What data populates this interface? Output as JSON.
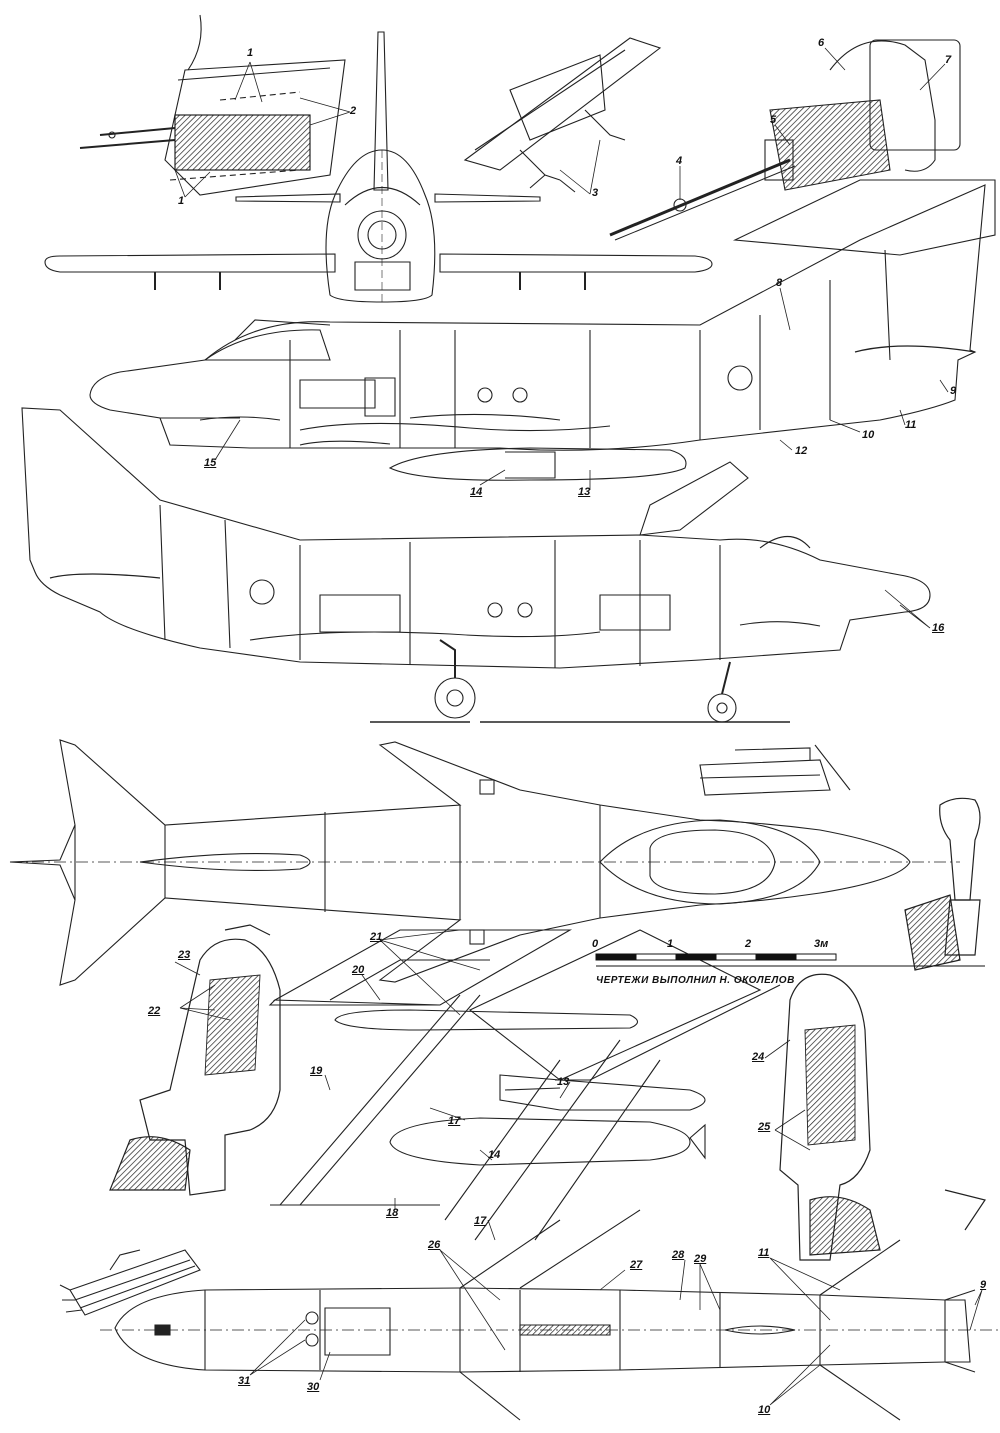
{
  "credit_text": "ЧЕРТЕЖИ ВЫПОЛНИЛ Н. ОКОЛЕЛОВ",
  "scale": {
    "ticks": [
      {
        "label": "0",
        "value": 0
      },
      {
        "label": "1",
        "value": 1
      },
      {
        "label": "2",
        "value": 2
      },
      {
        "label": "3м",
        "value": 3
      }
    ]
  },
  "callouts": [
    {
      "id": "c1a",
      "text": "1"
    },
    {
      "id": "c1b",
      "text": "1"
    },
    {
      "id": "c2",
      "text": "2"
    },
    {
      "id": "c3",
      "text": "3"
    },
    {
      "id": "c4",
      "text": "4"
    },
    {
      "id": "c5",
      "text": "5"
    },
    {
      "id": "c6",
      "text": "6"
    },
    {
      "id": "c7",
      "text": "7"
    },
    {
      "id": "c8",
      "text": "8"
    },
    {
      "id": "c9a",
      "text": "9"
    },
    {
      "id": "c10a",
      "text": "10"
    },
    {
      "id": "c11a",
      "text": "11"
    },
    {
      "id": "c12",
      "text": "12"
    },
    {
      "id": "c13a",
      "text": "13"
    },
    {
      "id": "c14a",
      "text": "14"
    },
    {
      "id": "c15",
      "text": "15"
    },
    {
      "id": "c16",
      "text": "16"
    },
    {
      "id": "c17a",
      "text": "17"
    },
    {
      "id": "c17b",
      "text": "17"
    },
    {
      "id": "c18",
      "text": "18"
    },
    {
      "id": "c19",
      "text": "19"
    },
    {
      "id": "c20",
      "text": "20"
    },
    {
      "id": "c21",
      "text": "21"
    },
    {
      "id": "c22",
      "text": "22"
    },
    {
      "id": "c23",
      "text": "23"
    },
    {
      "id": "c24",
      "text": "24"
    },
    {
      "id": "c25",
      "text": "25"
    },
    {
      "id": "c13b",
      "text": "13"
    },
    {
      "id": "c14b",
      "text": "14"
    },
    {
      "id": "c26",
      "text": "26"
    },
    {
      "id": "c27",
      "text": "27"
    },
    {
      "id": "c28",
      "text": "28"
    },
    {
      "id": "c29",
      "text": "29"
    },
    {
      "id": "c11b",
      "text": "11"
    },
    {
      "id": "c9b",
      "text": "9"
    },
    {
      "id": "c10b",
      "text": "10"
    },
    {
      "id": "c30",
      "text": "30"
    },
    {
      "id": "c31",
      "text": "31"
    }
  ]
}
